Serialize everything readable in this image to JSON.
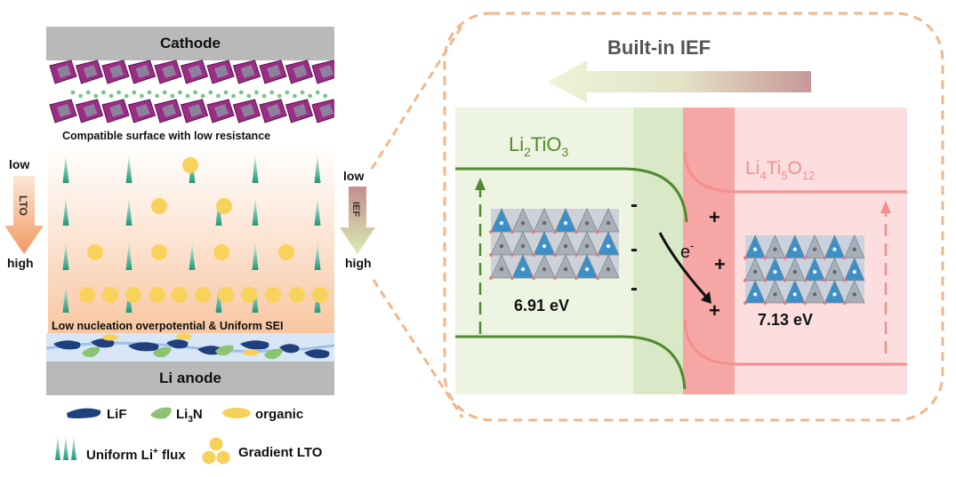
{
  "left": {
    "cathode": "Cathode",
    "anode": "Li anode",
    "cathode_caption": "Compatible surface with low resistance",
    "anode_caption": "Low nucleation overpotential & Uniform SEI",
    "lto_arrow": {
      "top": "low",
      "text": "LTO",
      "bottom": "high"
    },
    "ief_arrow": {
      "top": "low",
      "text": "IEF",
      "bottom": "high"
    }
  },
  "legend": {
    "lif": "LiF",
    "li3n_base": "Li",
    "li3n_sub": "3",
    "li3n_tail": "N",
    "organic": "organic",
    "flux_base": "Uniform Li",
    "flux_sup": "+",
    "flux_tail": " flux",
    "gradient": "Gradient LTO"
  },
  "right": {
    "title": "Built-in IEF",
    "lto2_parts": [
      "Li",
      "2",
      "TiO",
      "3"
    ],
    "lto4_parts": [
      "Li",
      "4",
      "Ti",
      "5",
      "O",
      "12"
    ],
    "e_base": "e",
    "e_sup": "-",
    "minus": "-",
    "plus": "+",
    "energy_left": "6.91 eV",
    "energy_right": "7.13 eV"
  },
  "colors": {
    "green": "#4f8a2e",
    "pink": "#f38f8f",
    "dashed_frame": "#f0b78a",
    "orange_arrow": "#f2a06e",
    "lif_blue": "#1f3f7d",
    "li3n_green": "#8cc373",
    "organic_yellow": "#f7d15a"
  }
}
